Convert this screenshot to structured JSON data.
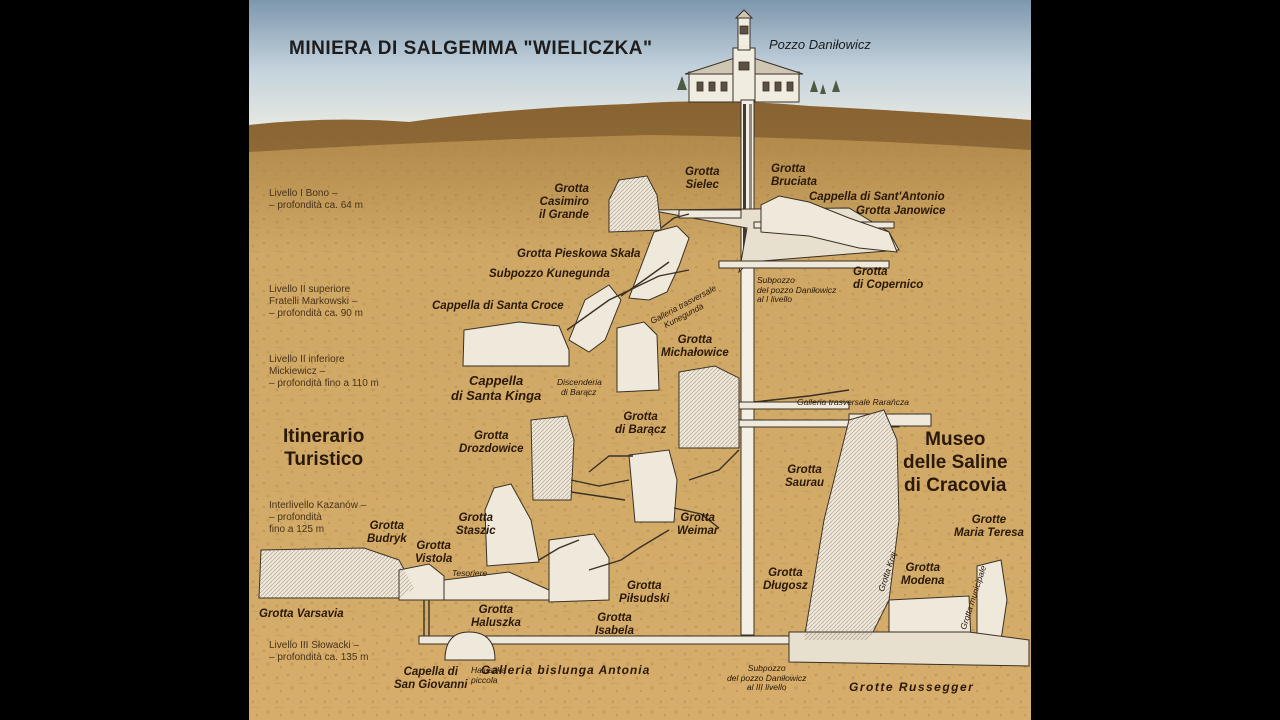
{
  "title": "MINIERA DI SALGEMMA \"WIELICZKA\"",
  "shaft_label": "Pozzo Daniłowicz",
  "levels": [
    {
      "name": "Livello I Bono –",
      "depth": "– profondità ca. 64 m"
    },
    {
      "name": "Livello II superiore",
      "name2": "Fratelli Markowski –",
      "depth": "– profondità ca. 90 m"
    },
    {
      "name": "Livello II inferiore",
      "name2": "Mickiewicz –",
      "depth": "– profondità fino a 110 m"
    },
    {
      "name": "Interlivello Kazanów –",
      "name2": "– profondità",
      "depth": "fino a 125 m"
    },
    {
      "name": "Livello III Słowacki –",
      "depth": "– profondità ca. 135 m"
    }
  ],
  "itinerario": [
    "Itinerario",
    "Turistico"
  ],
  "museo": [
    "Museo",
    "delle Saline",
    "di Cracovia"
  ],
  "places": {
    "casimiro": [
      "Grotta",
      "Casimiro",
      "il Grande"
    ],
    "sielec": [
      "Grotta",
      "Sielec"
    ],
    "bruciata": [
      "Grotta",
      "Bruciata"
    ],
    "antonio": "Cappella di Sant'Antonio",
    "janowice": "Grotta Janowice",
    "pieskowa": "Grotta Pieskowa Skała",
    "kunegunda": "Subpozzo Kunegunda",
    "copernico": [
      "Grotta",
      "di Copernico"
    ],
    "sub_i": [
      "Subpozzo",
      "del pozzo Daniłowicz",
      "al I livello"
    ],
    "galleria_kun": [
      "Galleria trasversale",
      "Kunegunda"
    ],
    "croce": "Cappella di Santa Croce",
    "michalowice": [
      "Grotta",
      "Michałowice"
    ],
    "kinga": [
      "Cappella",
      "di Santa Kinga"
    ],
    "discenderia": [
      "Discenderia",
      "di Barącz"
    ],
    "baracz": [
      "Grotta",
      "di Barącz"
    ],
    "raranecza": "Galleria trasversale Rarańcza",
    "drozdowice": [
      "Grotta",
      "Drozdowice"
    ],
    "saurau": [
      "Grotta",
      "Saurau"
    ],
    "staszic": [
      "Grotta",
      "Staszic"
    ],
    "weimar": [
      "Grotta",
      "Weimar"
    ],
    "budryk": [
      "Grotta",
      "Budryk"
    ],
    "vistola": [
      "Grotta",
      "Vistola"
    ],
    "tesoriere": "Tesoriere",
    "varsavia": "Grotta Varsavia",
    "haluszka": [
      "Grotta",
      "Haluszka"
    ],
    "pilsudski": [
      "Grotta",
      "Piłsudski"
    ],
    "isabela": [
      "Grotta",
      "Isabela"
    ],
    "dlugosz": [
      "Grotta",
      "Długosz"
    ],
    "kraj": "Grotta Kraj",
    "modena": [
      "Grotta",
      "Modena"
    ],
    "municipale": "Grotta municipale",
    "maria": [
      "Grotte",
      "Maria Teresa"
    ],
    "giovanni": [
      "Capella di",
      "San Giovanni"
    ],
    "haluszka_p": [
      "Haluszka",
      "piccola"
    ],
    "galleria_ant": "Galleria bislunga Antonia",
    "sub_iii": [
      "Subpozzo",
      "del pozzo Daniłowicz",
      "al III livello"
    ],
    "russegger": "Grotte Russegger"
  }
}
